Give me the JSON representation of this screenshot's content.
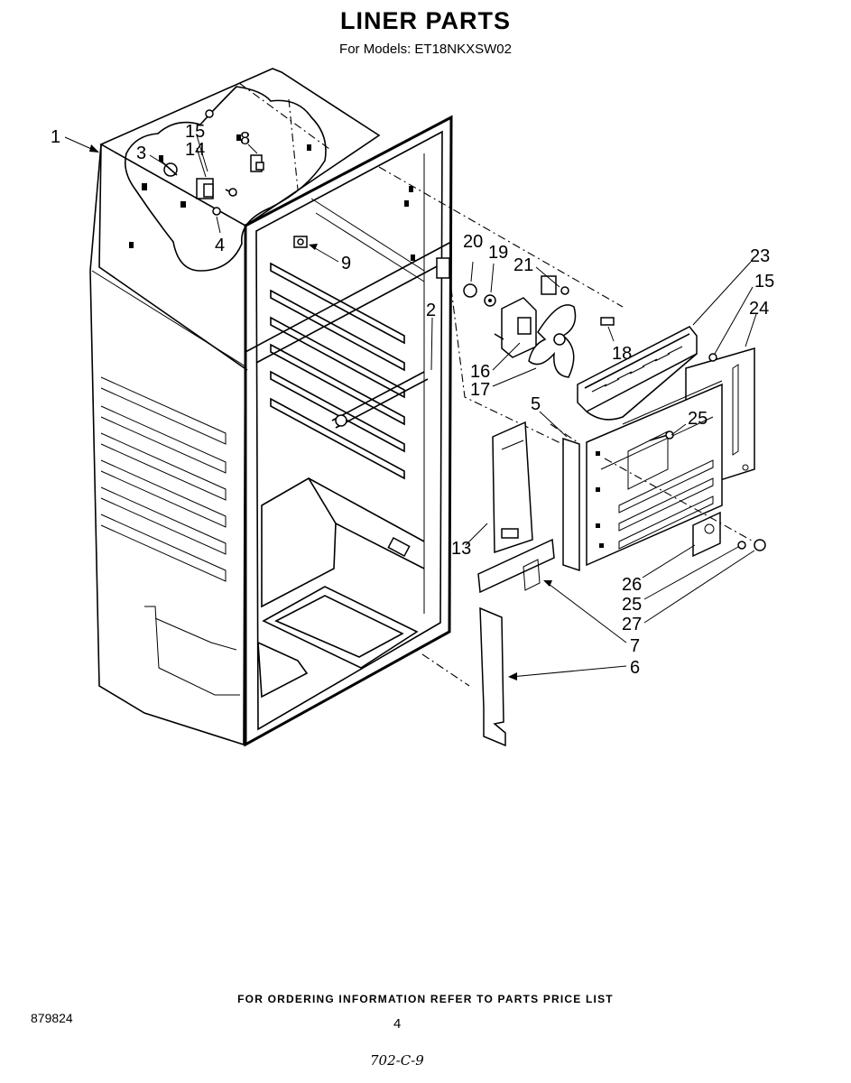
{
  "header": {
    "title": "LINER PARTS",
    "subtitle": "For Models: ET18NKXSW02"
  },
  "callouts": [
    {
      "id": "c1",
      "label": "1"
    },
    {
      "id": "c3",
      "label": "3"
    },
    {
      "id": "c15a",
      "label": "15"
    },
    {
      "id": "c14",
      "label": "14"
    },
    {
      "id": "c8",
      "label": "8"
    },
    {
      "id": "c4",
      "label": "4"
    },
    {
      "id": "c9",
      "label": "9"
    },
    {
      "id": "c20",
      "label": "20"
    },
    {
      "id": "c19",
      "label": "19"
    },
    {
      "id": "c21",
      "label": "21"
    },
    {
      "id": "c23",
      "label": "23"
    },
    {
      "id": "c15b",
      "label": "15"
    },
    {
      "id": "c24",
      "label": "24"
    },
    {
      "id": "c2",
      "label": "2"
    },
    {
      "id": "c18",
      "label": "18"
    },
    {
      "id": "c16",
      "label": "16"
    },
    {
      "id": "c17",
      "label": "17"
    },
    {
      "id": "c5",
      "label": "5"
    },
    {
      "id": "c25a",
      "label": "25"
    },
    {
      "id": "c13",
      "label": "13"
    },
    {
      "id": "c26",
      "label": "26"
    },
    {
      "id": "c25b",
      "label": "25"
    },
    {
      "id": "c27",
      "label": "27"
    },
    {
      "id": "c7",
      "label": "7"
    },
    {
      "id": "c6",
      "label": "6"
    }
  ],
  "footer": {
    "ordering_note": "FOR ORDERING INFORMATION REFER TO PARTS PRICE LIST",
    "doc_number": "879824",
    "page_number": "4",
    "handwritten_code": "702-C-9"
  }
}
